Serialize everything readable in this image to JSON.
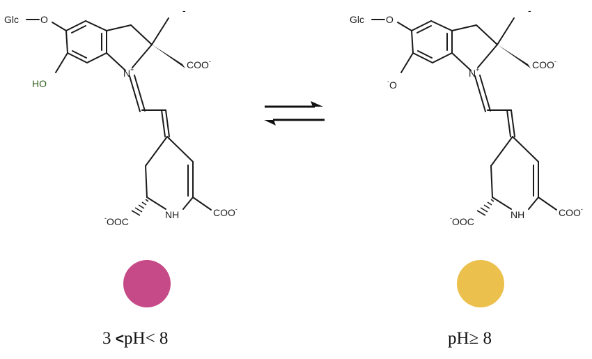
{
  "left_structure": {
    "glc_label": "Glc",
    "o_label": "O",
    "ho_label": "HO",
    "n_label": "N",
    "n_charge": "+",
    "coo_top": "COO",
    "coo_charge": "-",
    "ooc_bottom_charge": "-",
    "ooc_bottom": "OOC",
    "nh_label": "NH",
    "coo_bottom": "COO",
    "coo_bottom_charge": "-",
    "stray_mark": "-"
  },
  "right_structure": {
    "glc_label": "Glc",
    "o_label": "O",
    "oxide_charge": "-",
    "oxide_label": "O",
    "n_label": "N",
    "n_charge": "+",
    "coo_top": "COO",
    "coo_charge": "-",
    "ooc_bottom_charge": "-",
    "ooc_bottom": "OOC",
    "nh_label": "NH",
    "coo_bottom": "COO",
    "coo_bottom_charge": "-",
    "stray_mark": "-"
  },
  "swatches": {
    "acidic_color": "#c64a88",
    "basic_color": "#ecc04c"
  },
  "captions": {
    "left_a": "3 ",
    "left_lt": "<",
    "left_b": "pH< 8",
    "right": "pH≥ 8"
  }
}
